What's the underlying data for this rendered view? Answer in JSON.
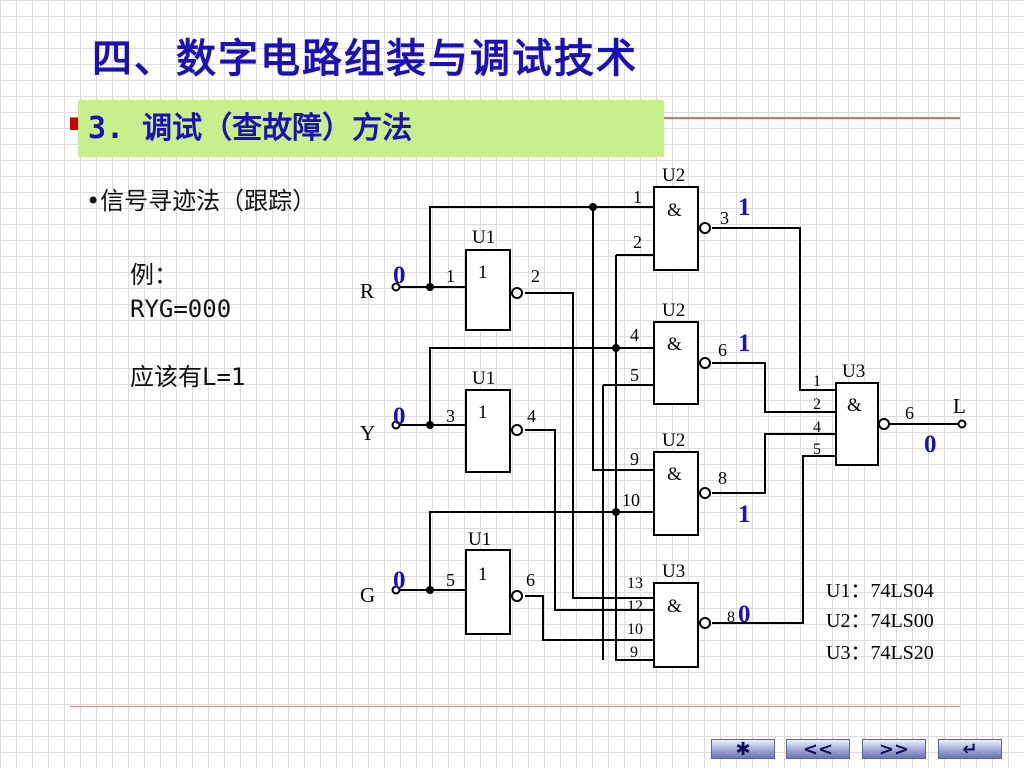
{
  "title": "四、数字电路组装与调试技术",
  "subtitle": "3. 调试（查故障）方法",
  "method": "•信号寻迹法（跟踪）",
  "example_label": "例：",
  "example_inputs": "RYG=000",
  "example_expected": "应该有L=1",
  "inputs": {
    "r": "R",
    "y": "Y",
    "g": "G"
  },
  "output_label": "L",
  "chips": {
    "u1": "U1",
    "u2": "U2",
    "u3": "U3"
  },
  "gate_symbols": {
    "not": "1",
    "nand": "&"
  },
  "gates": [
    {
      "id": "u1a",
      "chip": "U1",
      "pins": [
        "1",
        "2"
      ]
    },
    {
      "id": "u1b",
      "chip": "U1",
      "pins": [
        "3",
        "4"
      ]
    },
    {
      "id": "u1c",
      "chip": "U1",
      "pins": [
        "5",
        "6"
      ]
    },
    {
      "id": "u2a",
      "chip": "U2",
      "pins": [
        "1",
        "2",
        "3"
      ]
    },
    {
      "id": "u2b",
      "chip": "U2",
      "pins": [
        "4",
        "5",
        "6"
      ]
    },
    {
      "id": "u2c",
      "chip": "U2",
      "pins": [
        "9",
        "10",
        "8"
      ]
    },
    {
      "id": "u3a",
      "chip": "U3",
      "pins": [
        "13",
        "12",
        "10",
        "9",
        "8"
      ]
    },
    {
      "id": "u3b",
      "chip": "U3",
      "pins": [
        "1",
        "2",
        "4",
        "5",
        "6"
      ]
    }
  ],
  "probe_values": {
    "r_in": "0",
    "y_in": "0",
    "g_in": "0",
    "u2a_out": "1",
    "u2b_out": "1",
    "u2c_out": "1",
    "u3a_out": "0",
    "l_out": "0"
  },
  "legend": [
    "U1：74LS04",
    "U2：74LS00",
    "U3：74LS20"
  ],
  "nav": {
    "star": "✱",
    "prev": "<<",
    "next": ">>",
    "return": "↵"
  },
  "colors": {
    "title": "#1b10b4",
    "subtitle_bg": "#c6f08c",
    "probe": "#1b10b4"
  }
}
